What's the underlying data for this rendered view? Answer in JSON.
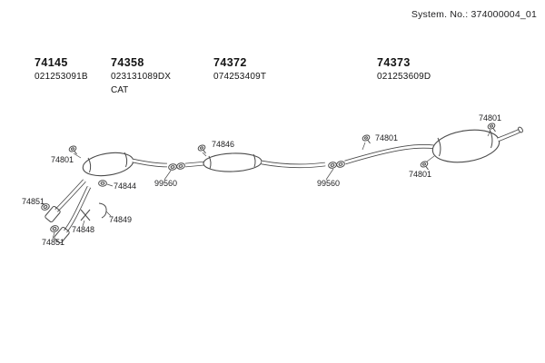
{
  "header": {
    "system_no": "System. No.: 374000004_01"
  },
  "groups": [
    {
      "code": "74145",
      "ref": "021253091B"
    },
    {
      "code": "74358",
      "ref": "023131089DX",
      "note": "CAT"
    },
    {
      "code": "74372",
      "ref": "074253409T"
    },
    {
      "code": "74373",
      "ref": "021253609D"
    }
  ],
  "callouts": {
    "front_hanger": "74801",
    "cat_ring": "74844",
    "front_joint": "99560",
    "mid_hanger": "74846",
    "rear_joint": "99560",
    "pipe_hanger": "74801",
    "tail_hanger": "74801",
    "muffler_hanger": "74801",
    "flange_gasket_upper": "74851",
    "flange_gasket_lower": "74851",
    "bracket_a": "74848",
    "bracket_b": "74849"
  },
  "colors": {
    "line": "#4a4a4a",
    "text": "#1d1d1f"
  }
}
